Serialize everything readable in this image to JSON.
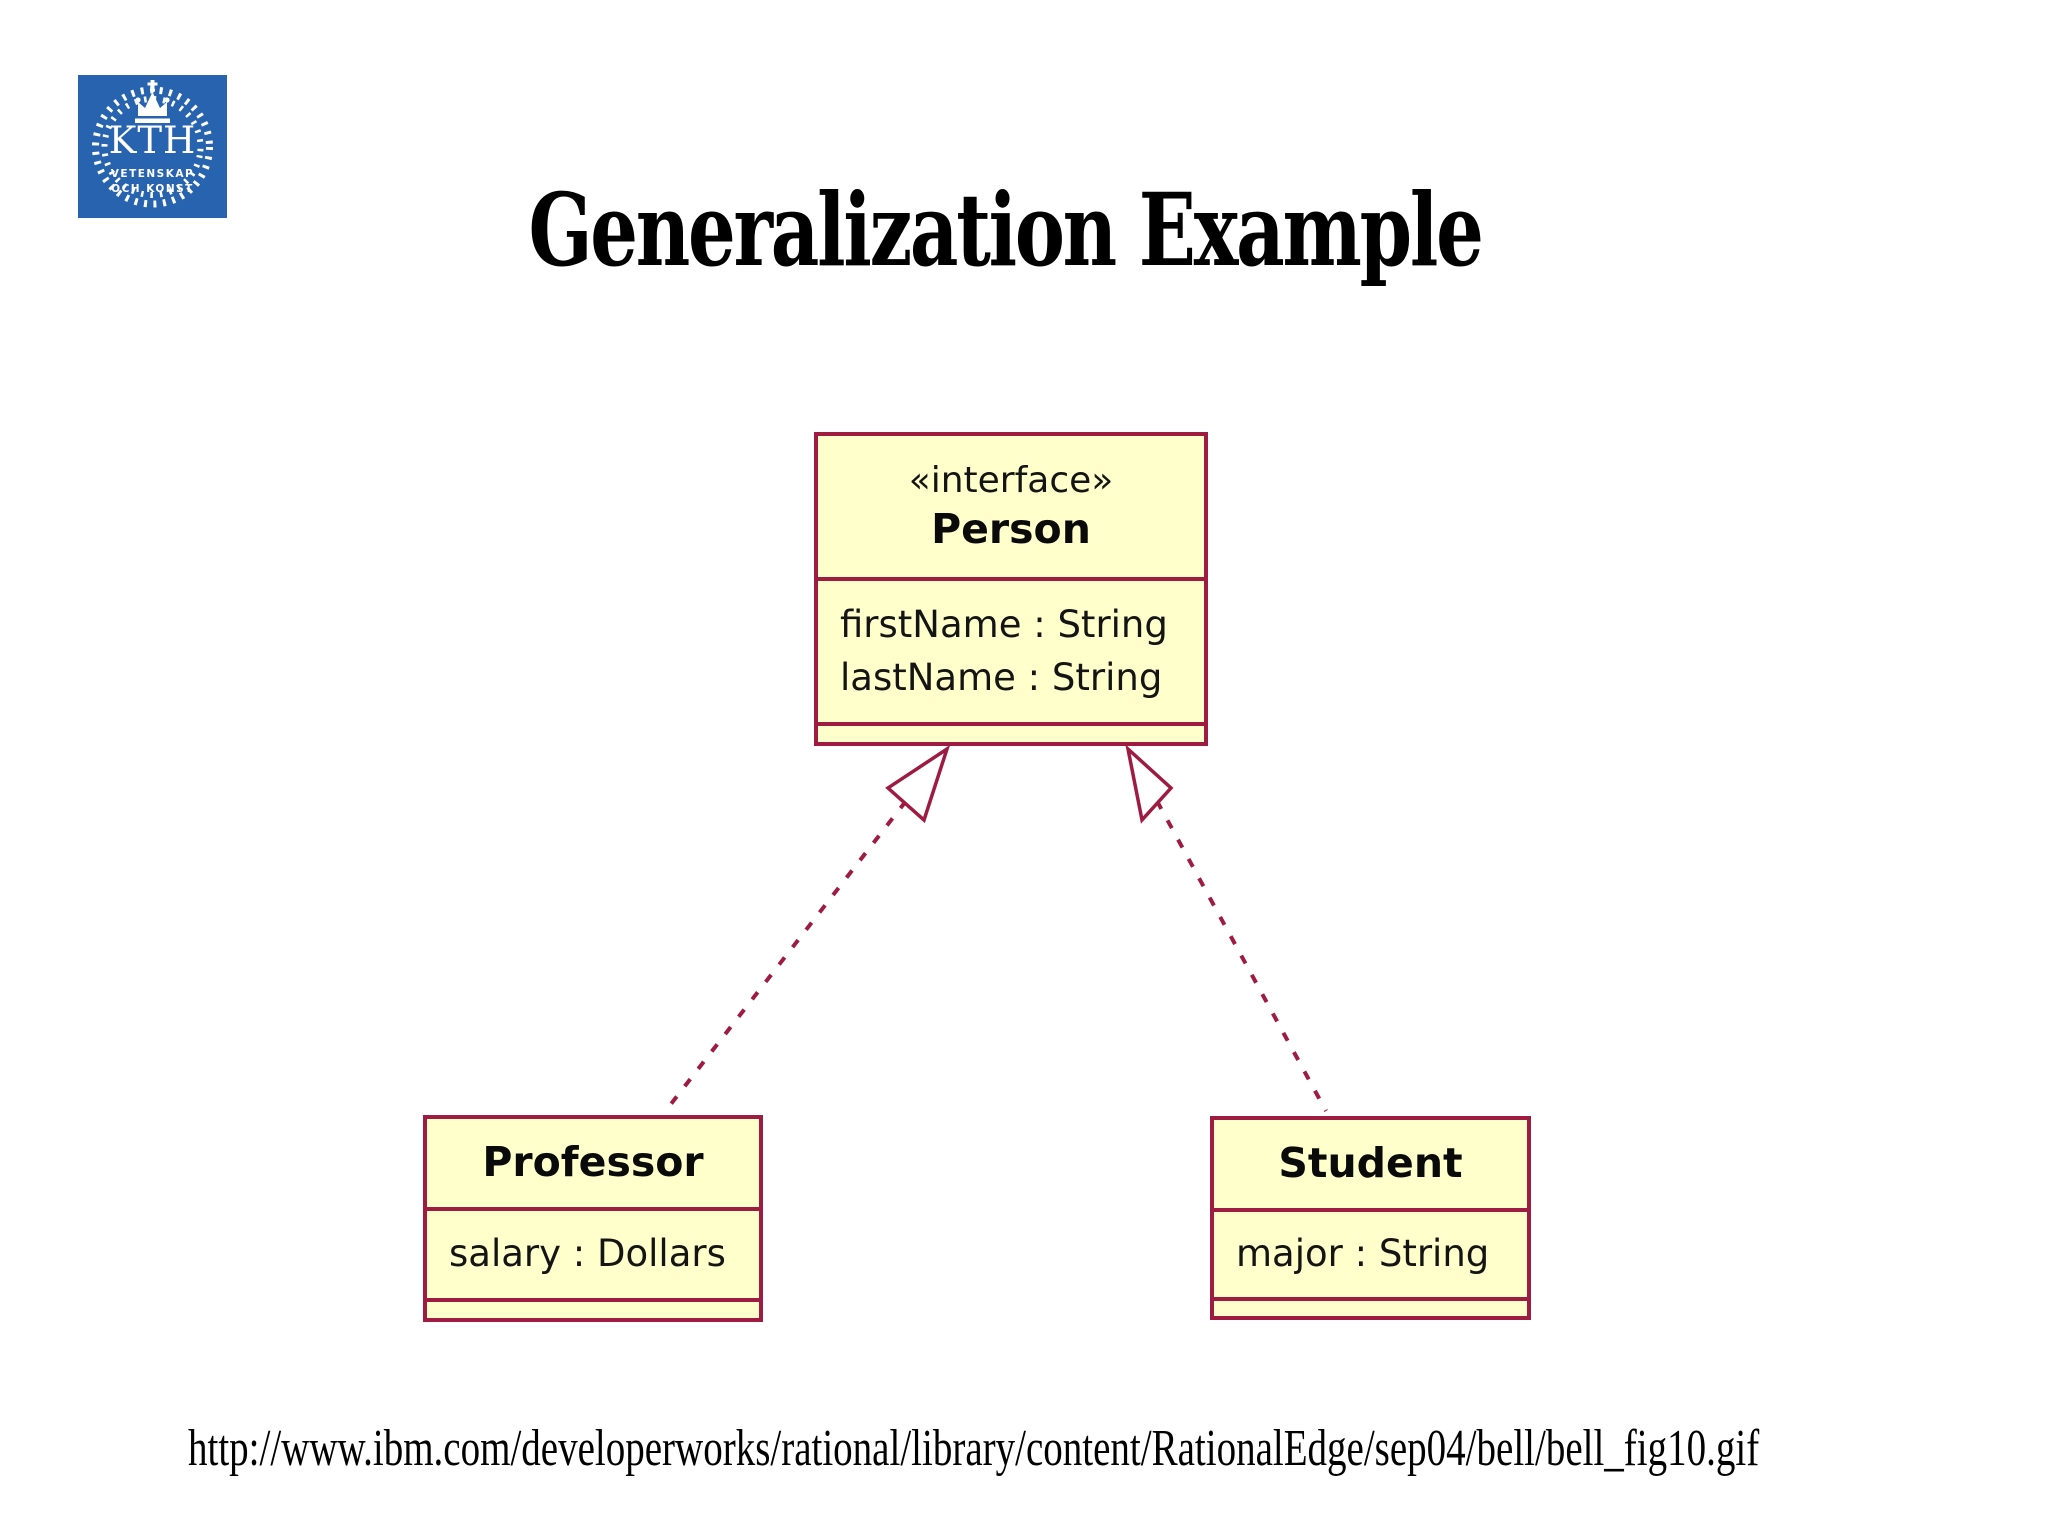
{
  "slide": {
    "title": "Generalization Example",
    "source_url": "http://www.ibm.com/developerworks/rational/library/content/RationalEdge/sep04/bell/bell_fig10.gif"
  },
  "logo": {
    "acronym": "KTH",
    "motto_line1": "VETENSKAP",
    "motto_line2": "OCH KONST",
    "background_color": "#2763AE"
  },
  "diagram": {
    "box_fill": "#FFFFCC",
    "box_border_color": "#9E1B42",
    "classes": [
      {
        "stereotype": "«interface»",
        "name": "Person",
        "attributes": [
          "firstName : String",
          "lastName : String"
        ],
        "operations": []
      },
      {
        "stereotype": "",
        "name": "Professor",
        "attributes": [
          "salary : Dollars"
        ],
        "operations": []
      },
      {
        "stereotype": "",
        "name": "Student",
        "attributes": [
          "major : String"
        ],
        "operations": []
      }
    ],
    "relations": [
      {
        "from": "Professor",
        "to": "Person",
        "type": "realization",
        "line": "dashed",
        "arrowhead": "hollow-triangle"
      },
      {
        "from": "Student",
        "to": "Person",
        "type": "realization",
        "line": "dashed",
        "arrowhead": "hollow-triangle"
      }
    ]
  }
}
